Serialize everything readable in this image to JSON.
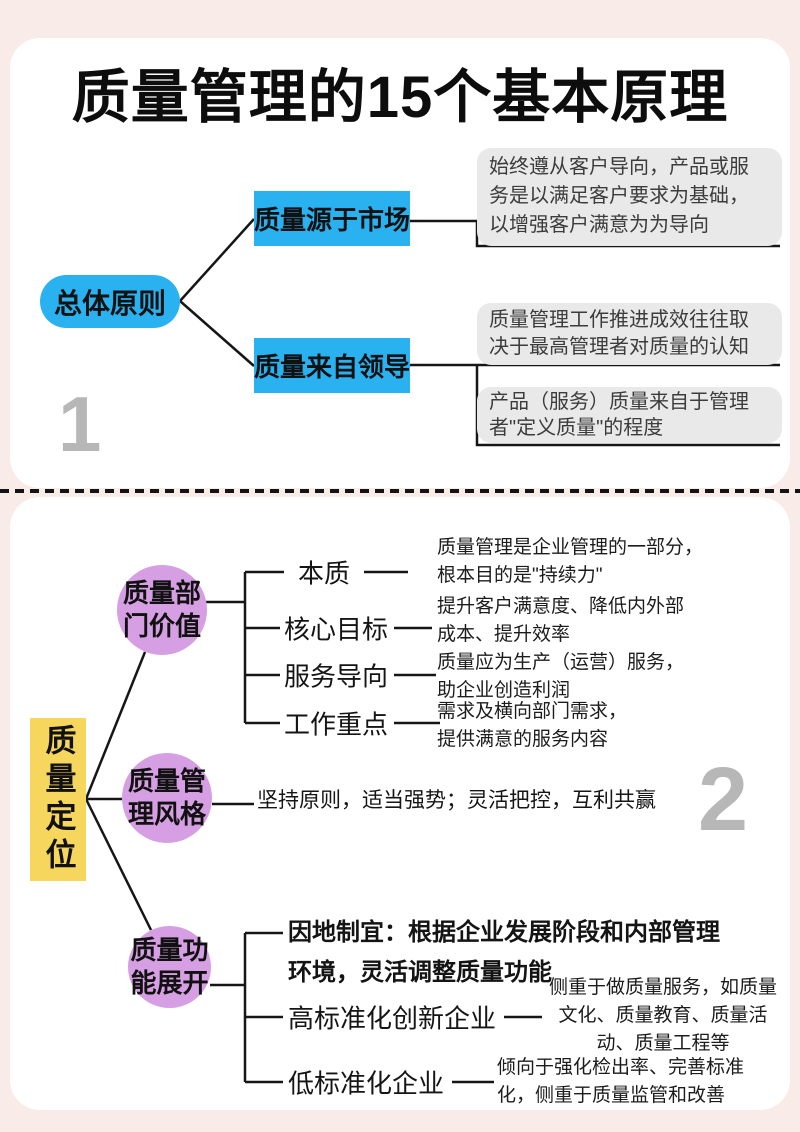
{
  "page": {
    "title": "质量管理的15个基本原理"
  },
  "colors": {
    "background": "#f8ebe8",
    "card": "#ffffff",
    "node_blue": "#29b1f0",
    "node_purple": "#d69fe3",
    "node_yellow": "#f6d65c",
    "note_gray": "#e9e9e9",
    "watermark_gray": "#b7b7b7",
    "line": "#161616"
  },
  "section1": {
    "watermark": "1",
    "root_label": "总体原则",
    "branch1": {
      "label": "质量源于市场",
      "note_lines": [
        "始终遵从客户导向，产品或服",
        "务是以满足客户要求为基础，",
        "以增强客户满意为为导向"
      ]
    },
    "branch2": {
      "label": "质量来自领导",
      "note1_lines": [
        "质量管理工作推进成效往往取",
        "决于最高管理者对质量的认知"
      ],
      "note2_lines": [
        "产品（服务）质量来自于管理",
        "者\"定义质量\"的程度"
      ]
    }
  },
  "section2": {
    "watermark": "2",
    "root_label": "质量定位",
    "node1": {
      "label_lines": [
        "质量部",
        "门价值"
      ],
      "children": [
        {
          "label": "本质",
          "desc_lines": [
            "质量管理是企业管理的一部分，",
            "根本目的是\"持续力\""
          ]
        },
        {
          "label": "核心目标",
          "desc_lines": [
            "提升客户满意度、降低内外部",
            "成本、提升效率"
          ]
        },
        {
          "label": "服务导向",
          "desc_lines": [
            "质量应为生产（运营）服务，",
            "助企业创造利润"
          ]
        },
        {
          "label": "工作重点",
          "desc_lines": [
            "需求及横向部门需求，",
            "提供满意的服务内容"
          ]
        }
      ]
    },
    "node2": {
      "label_lines": [
        "质量管",
        "理风格"
      ],
      "desc": "坚持原则，适当强势；灵活把控，互利共赢"
    },
    "node3": {
      "label_lines": [
        "质量功",
        "能展开"
      ],
      "intro_lines": [
        "因地制宜：根据企业发展阶段和内部管理",
        "环境，灵活调整质量功能"
      ],
      "children": [
        {
          "label": "高标准化创新企业",
          "desc_lines": [
            "侧重于做质量服务，如质量",
            "文化、质量教育、质量活",
            "动、质量工程等"
          ]
        },
        {
          "label": "低标准化企业",
          "desc_lines": [
            "倾向于强化检出率、完善标准",
            "化，侧重于质量监管和改善"
          ]
        }
      ]
    }
  }
}
